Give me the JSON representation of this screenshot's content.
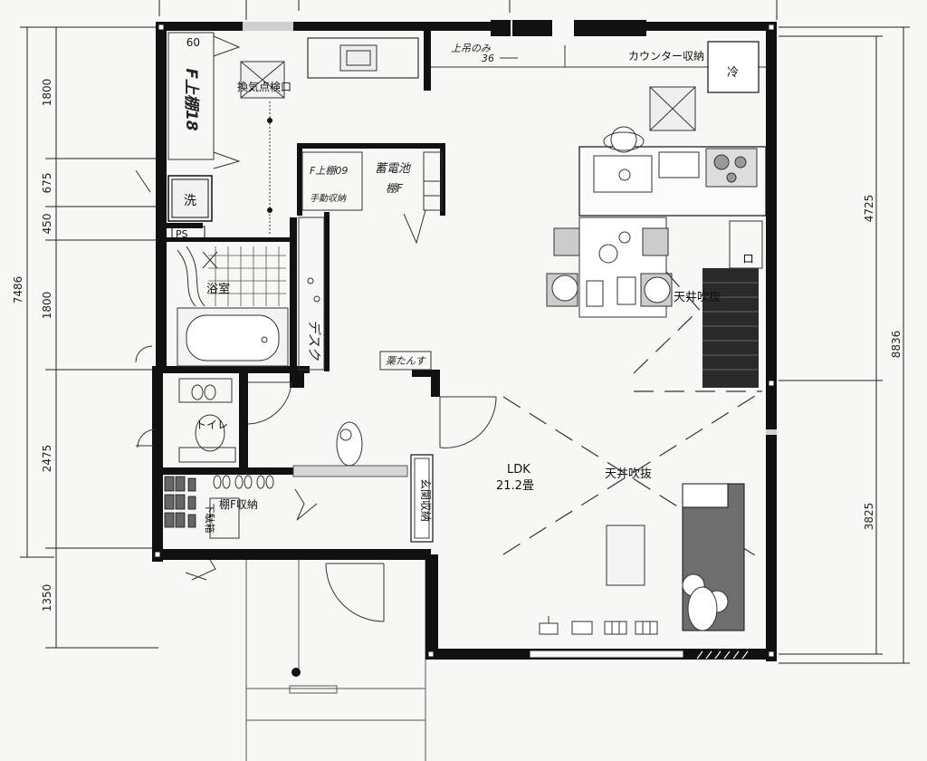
{
  "colors": {
    "wall": "#111111",
    "paper": "#f7f7f5",
    "stair": "#2a2a2a",
    "sofa": "#6e6e6e",
    "line": "#333333"
  },
  "dimensions": {
    "left": [
      "1800",
      "675",
      "450",
      "1800",
      "2475",
      "1350"
    ],
    "left_total": "7486",
    "right": [
      "4725",
      "3825"
    ],
    "right_total": "8836"
  },
  "rooms": {
    "ldk_name": "LDK",
    "ldk_size": "21.2畳",
    "fukinuke_upper": "天井吹抜",
    "fukinuke_lower": "天井吹抜",
    "bathroom": "浴室",
    "toilet": "トイレ",
    "entrance_storage": "玄関収納",
    "shoe_shelf": "棚F収納",
    "shoe_box": "下駄箱",
    "desk": "デスク",
    "washer": "洗",
    "ps": "PS"
  },
  "notes": {
    "upper_shelf_18": "F上棚18",
    "ventilation": "換気点検口",
    "upper_shelf_small": "F上棚09",
    "storage_small": "手動収納",
    "battery": "蓄電池",
    "battery_shelf": "棚F",
    "counter_storage": "カウンター収納",
    "upper_only": "上吊のみ",
    "upper_only_num": "36",
    "medicine": "薬たんす",
    "fridge": "冷",
    "stair_label": "ロ",
    "num_09": "09"
  }
}
